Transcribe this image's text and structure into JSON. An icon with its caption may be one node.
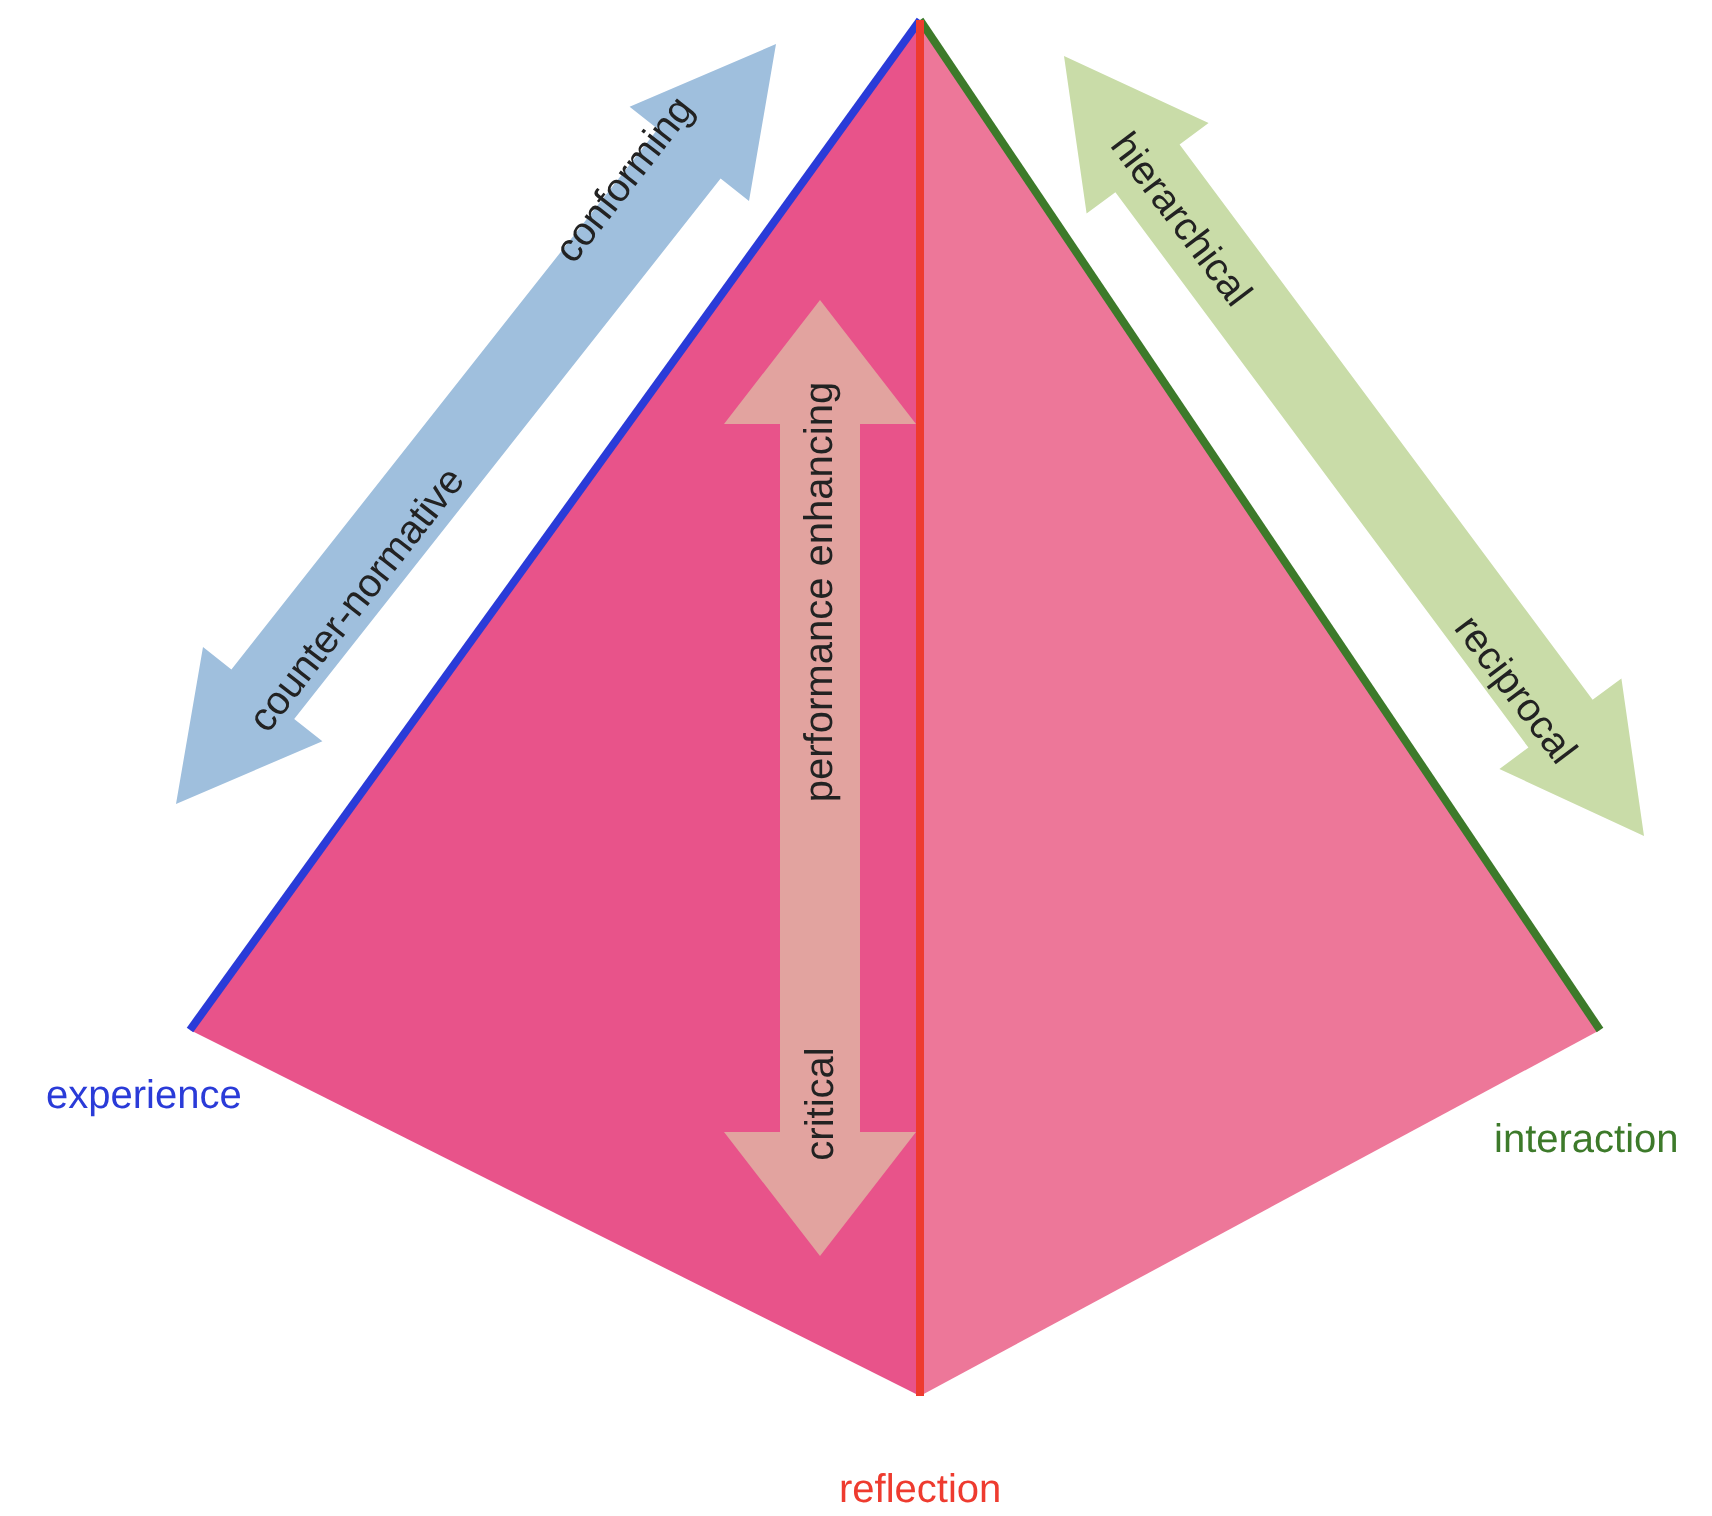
{
  "diagram": {
    "labels": [
      "conforming",
      "hierarchical",
      "counter-normative",
      "performance enhancing",
      "reciprocal",
      "critical",
      "experience",
      "interaction",
      "reflection"
    ]
  }
}
